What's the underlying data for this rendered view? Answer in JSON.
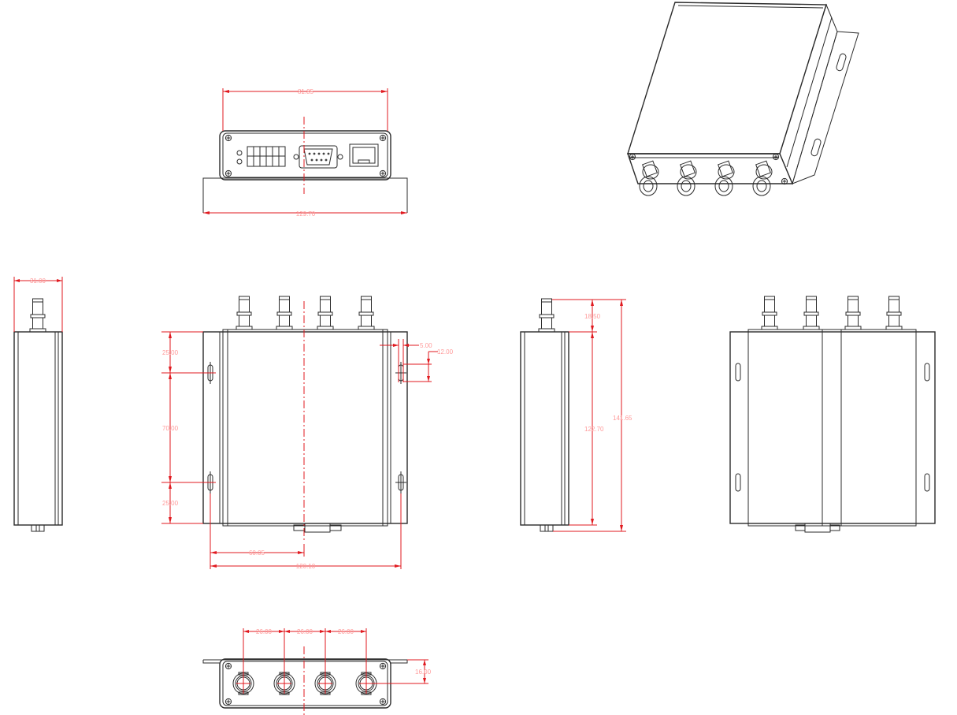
{
  "dimensions": {
    "front_panel_width": "81.85",
    "front_flange_width": "129.70",
    "side_depth": "31.00",
    "mount_top": "25.00",
    "mount_pitch": "70.00",
    "mount_bottom": "25.00",
    "slot_width": "5.00",
    "slot_length": "12.00",
    "half_hole_spacing": "60.05",
    "hole_spacing": "120.10",
    "bnc_height": "18.50",
    "body_length": "122.70",
    "overall_length": "141.65",
    "bnc_pitch_1": "26.00",
    "bnc_pitch_2": "26.00",
    "bnc_pitch_3": "26.00",
    "bnc_axis_height": "16.00"
  },
  "colors": {
    "line": "#2b2b2b",
    "dimension": "#e0191f",
    "dimension_text": "#ff9a9a"
  }
}
